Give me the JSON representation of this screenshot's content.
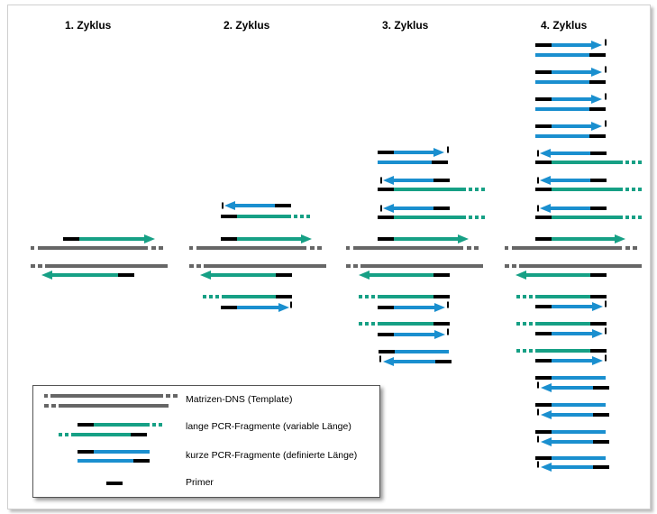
{
  "colors": {
    "template": "#666666",
    "long_fragment": "#16a085",
    "short_fragment": "#1a8fcf",
    "primer": "#000000"
  },
  "cycles": [
    {
      "label": "1. Zyklus"
    },
    {
      "label": "2. Zyklus"
    },
    {
      "label": "3. Zyklus"
    },
    {
      "label": "4. Zyklus"
    }
  ],
  "legend": {
    "template": "Matrizen-DNS (Template)",
    "long": "lange PCR-Fragmente (variable Länge)",
    "short": "kurze PCR-Fragmente (definierte Länge)",
    "primer": "Primer"
  }
}
